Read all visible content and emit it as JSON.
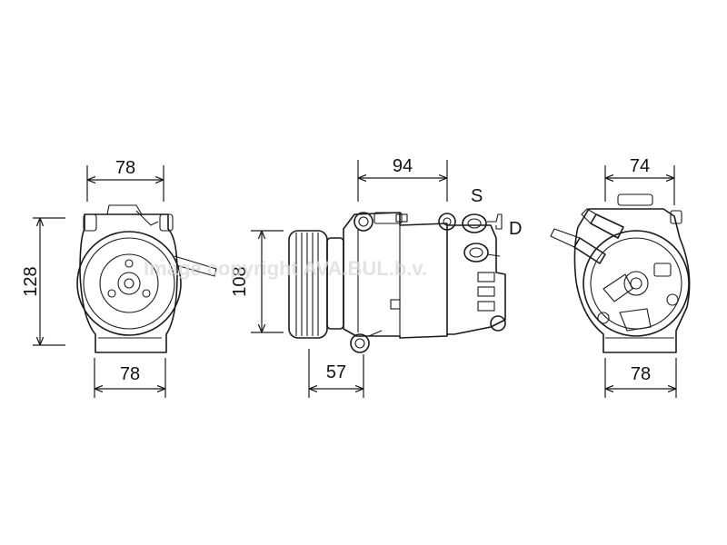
{
  "dimensions": {
    "left_top_width": "78",
    "left_height": "128",
    "left_bottom_width": "78",
    "center_top_width": "94",
    "center_height": "108",
    "center_bottom_width": "57",
    "right_top_width": "74",
    "right_bottom_width": "78"
  },
  "ports": {
    "suction": "S",
    "discharge": "D"
  },
  "watermark": "Image copyright AVA.BUL.b.v.",
  "colors": {
    "line": "#1a1a1a",
    "background": "#ffffff",
    "watermark": "#d9d9d9"
  }
}
